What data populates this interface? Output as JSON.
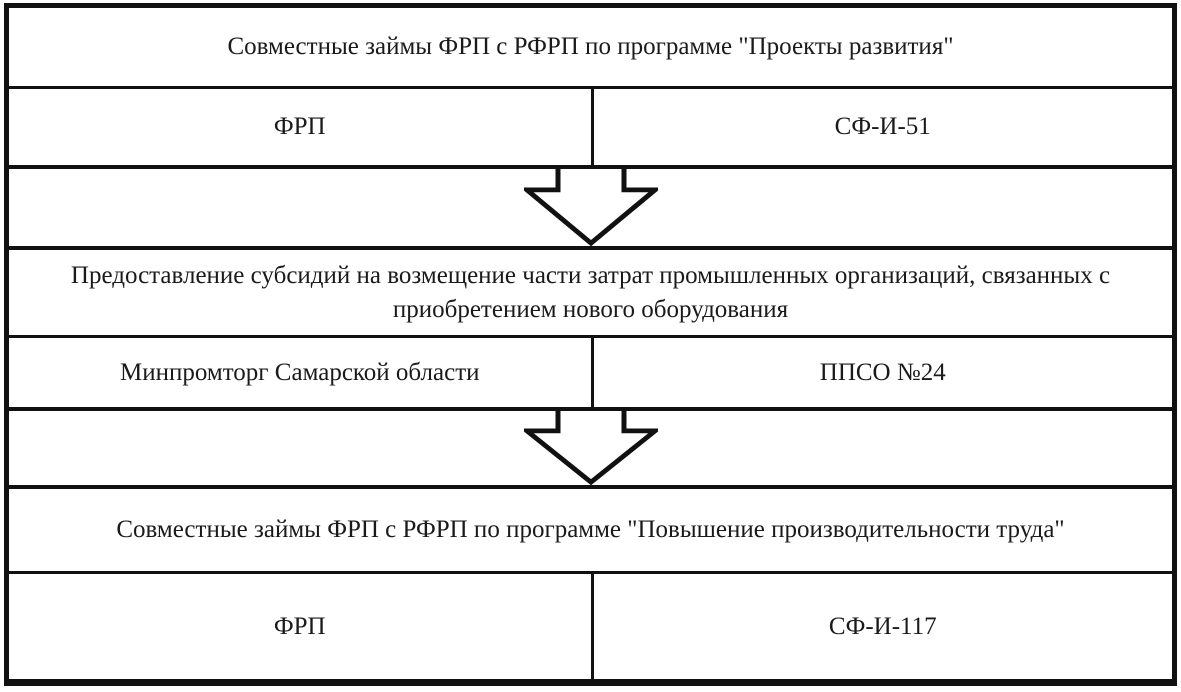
{
  "diagram": {
    "description": "Flowchart of regional industrial support measures",
    "colors": {
      "border": "#111111",
      "background": "#ffffff",
      "text": "#1a1a1a"
    },
    "blocks": [
      {
        "title": "Совместные займы ФРП с РФРП по программе \"Проекты развития\"",
        "operator": "ФРП",
        "code": "СФ-И-51"
      },
      {
        "title": "Предоставление субсидий на возмещение части затрат промышленных организаций, связанных с приобретением нового оборудования",
        "operator": "Минпромторг Самарской области",
        "code": "ППСО №24"
      },
      {
        "title": "Совместные займы ФРП с РФРП по программе \"Повышение производительности труда\"",
        "operator": "ФРП",
        "code": "СФ-И-117"
      }
    ],
    "connectors": [
      {
        "type": "block-arrow-down"
      },
      {
        "type": "block-arrow-down"
      }
    ]
  }
}
